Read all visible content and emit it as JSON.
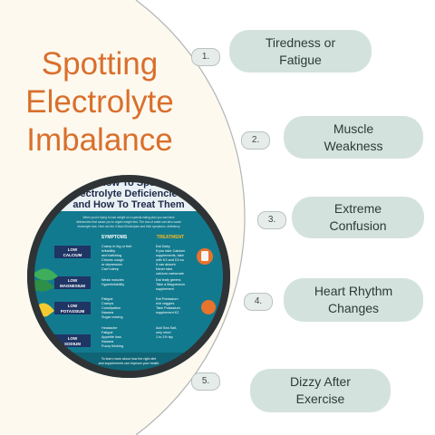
{
  "title": {
    "line1": "Spotting",
    "line2": "Electrolyte",
    "line3": "Imbalance"
  },
  "colors": {
    "accent": "#d96f2c",
    "pill": "#d3e2dd",
    "ring": "#2f3335",
    "poster_bg": "#127a8f",
    "highlight": "#f3b81f"
  },
  "steps": [
    {
      "num": "1.",
      "line1": "Tiredness or",
      "line2": "Fatigue"
    },
    {
      "num": "2.",
      "line1": "Muscle",
      "line2": "Weakness"
    },
    {
      "num": "3.",
      "line1": "Extreme",
      "line2": "Confusion"
    },
    {
      "num": "4.",
      "line1": "Heart Rhythm",
      "line2": "Changes"
    },
    {
      "num": "5.",
      "line1": "Dizzy After",
      "line2": "Exercise"
    }
  ],
  "poster": {
    "title1": "How To Spot",
    "title2": "ectrolyte Deficiencie",
    "title3": "and How To Treat Them",
    "intro1": "When you're trying to lose weight on a special eating plan you can have",
    "intro2": "deficiencies that cause you to regain weight fast. The loss of water can also cause",
    "intro3": "electrolyte loss. Here are the 4 Main Electrolytes and their symptoms, deficiency",
    "col_symptoms": "SYMPTOMS",
    "col_treatment": "TREATMENT",
    "rows": [
      {
        "label1": "LOW",
        "label2": "CALCIUM",
        "s1": "Cramp in leg or feet",
        "s2": "Irritability",
        "s3": "and twitching",
        "s4": "Chronic cough",
        "s5": "or depression",
        "s6": "Can't sleep",
        "t1": "Eat Dairy",
        "t2": "If you take Calcium",
        "t3": "supplements, take",
        "t4": "with K2 and D3 so",
        "t5": "it can absorb",
        "t6": "Never take",
        "t7": "calcium carbonate"
      },
      {
        "label1": "LOW",
        "label2": "MAGNESIUM",
        "s1": "Weak muscles",
        "s2": "Hyperirritability",
        "t1": "Eat leafy greens",
        "t2": "Take a Magnesium",
        "t3": "supplement"
      },
      {
        "label1": "LOW",
        "label2": "POTASSIUM",
        "s1": "Fatigue",
        "s2": "Cramps",
        "s3": "Constipation",
        "s4": "Nausea",
        "s5": "Sugar craving",
        "t1": "Eat Potassium",
        "t2": "rich veggies",
        "t3": "Take Potassium",
        "t4": "supplement K2"
      },
      {
        "label1": "LOW",
        "label2": "SODIUM",
        "s1": "Headache",
        "s2": "Fatigue",
        "s3": "Appetite loss",
        "s4": "Nausea",
        "s5": "Fuzzy thinking",
        "t1": "Add Sea Salt,",
        "t2": "only need",
        "t3": "1 to 1½ tsp"
      }
    ],
    "footer1": "To learn more about how the right diet",
    "footer2": "and supplements can improve your health"
  }
}
